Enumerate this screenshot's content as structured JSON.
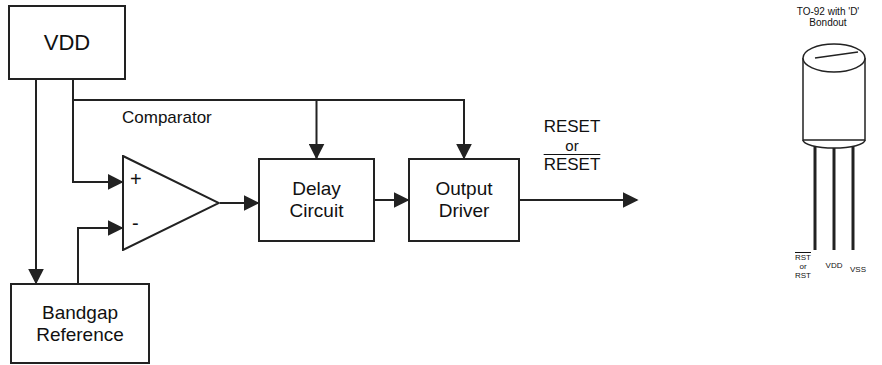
{
  "diagram": {
    "nodes": [
      {
        "text": [
          "VDD"
        ]
      },
      {
        "text": [
          "Comparator",
          "+",
          "-"
        ]
      },
      {
        "text": [
          "Delay Circuit"
        ]
      },
      {
        "text": [
          "Output Driver"
        ]
      },
      {
        "text": [
          "Bandgap Reference"
        ]
      }
    ],
    "edges": [
      {
        "from": 0,
        "to": 4,
        "arrow": "to"
      },
      {
        "from": 0,
        "to": 1,
        "arrow": "to"
      },
      {
        "from": 0,
        "to": 2,
        "arrow": "to"
      },
      {
        "from": 0,
        "to": 3,
        "arrow": "to"
      },
      {
        "from": 4,
        "to": 1,
        "arrow": "to"
      },
      {
        "from": 1,
        "to": 2,
        "arrow": "to"
      },
      {
        "from": 2,
        "to": 3,
        "arrow": "to"
      }
    ],
    "labels": [
      "RESET",
      "or",
      "RESET",
      "TO-92 with 'D' Bondout",
      "RST",
      "or",
      "RST",
      "VDD",
      "VSS"
    ]
  }
}
